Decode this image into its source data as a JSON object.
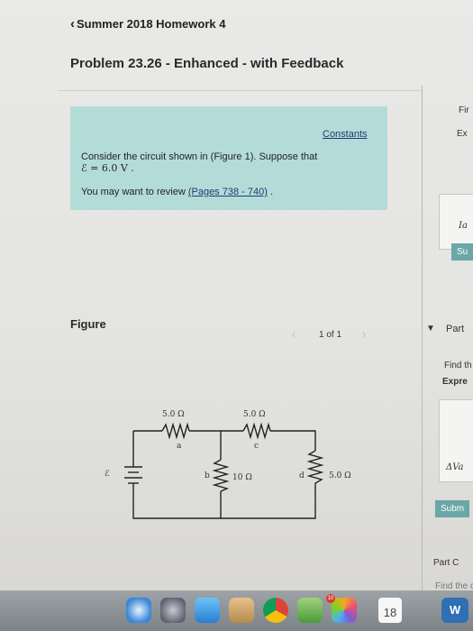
{
  "header": {
    "back_label": "Summer 2018 Homework 4",
    "problem_title": "Problem 23.26 - Enhanced - with Feedback"
  },
  "info": {
    "constants_link": "Constants",
    "prompt_line1": "Consider the circuit shown in (Figure 1). Suppose that",
    "prompt_line2": "ℰ = 6.0  V .",
    "review_prefix": "You may want to review ",
    "review_link": "(Pages 738 - 740)",
    "review_suffix": " ."
  },
  "figure": {
    "label": "Figure",
    "pager": "1 of 1",
    "circuit": {
      "r1": "5.0 Ω",
      "r2": "5.0 Ω",
      "r3": "10 Ω",
      "r4": "5.0 Ω",
      "node_a": "a",
      "node_b": "b",
      "node_c": "c",
      "node_d": "d",
      "emf": "ℰ"
    }
  },
  "right_panel": {
    "line1": "Fir",
    "line2": "Ex",
    "var_ia": "Ia",
    "submit1": "Su",
    "part_label": "Part",
    "find": "Find th",
    "express": "Expre",
    "delta_va": "ΔVa",
    "submit2": "Subm",
    "part_c": "Part C",
    "find_c": "Find the c"
  },
  "dock": {
    "calendar_day": "18",
    "badge_count": "10",
    "word_label": "W"
  },
  "colors": {
    "info_bg": "#b3dcd9",
    "link": "#1d3c6e",
    "submit_bg": "#6aa7a6"
  }
}
